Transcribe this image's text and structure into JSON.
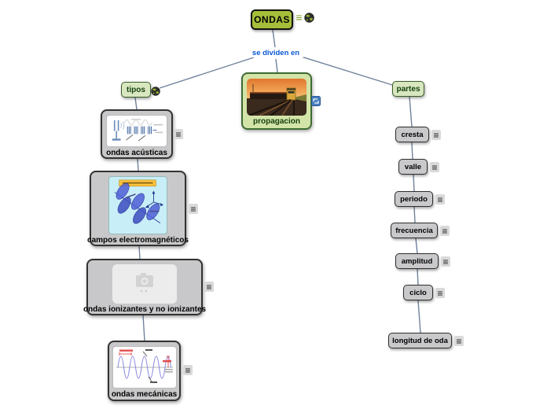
{
  "root": {
    "label": "ONDAS"
  },
  "connector_label": "se dividen en",
  "branches": {
    "tipos": {
      "label": "tipos"
    },
    "propagacion": {
      "label": "propagacion"
    },
    "partes": {
      "label": "partes"
    }
  },
  "tipos_children": [
    {
      "label": "ondas acústicas",
      "image": "tuning-fork-acoustic-wave-diagram"
    },
    {
      "label": "campos electromagnéticos",
      "image": "electromagnetic-wave-3d-diagram"
    },
    {
      "label": "ondas ionizantes y no ionizantes",
      "image": "missing-image-placeholder"
    },
    {
      "label": "ondas mecánicas",
      "image": "sine-wave-annotated-diagram"
    }
  ],
  "partes_children": [
    {
      "label": "cresta"
    },
    {
      "label": "valle"
    },
    {
      "label": "periodo"
    },
    {
      "label": "frecuencia"
    },
    {
      "label": "amplitud"
    },
    {
      "label": "ciclo"
    },
    {
      "label": "longitud de oda"
    }
  ],
  "glyphs": {
    "menu": "≡"
  },
  "colors": {
    "root_fill": "#a5bf3a",
    "green_fill": "#d8e7c0",
    "green_border": "#3a5c28",
    "gray_fill": "#c9c9cb",
    "line": "#70819c",
    "link_text": "#0a58d6",
    "menu_olive": "#7f9c1f",
    "resource_icon_blue": "#4a7fc1"
  }
}
